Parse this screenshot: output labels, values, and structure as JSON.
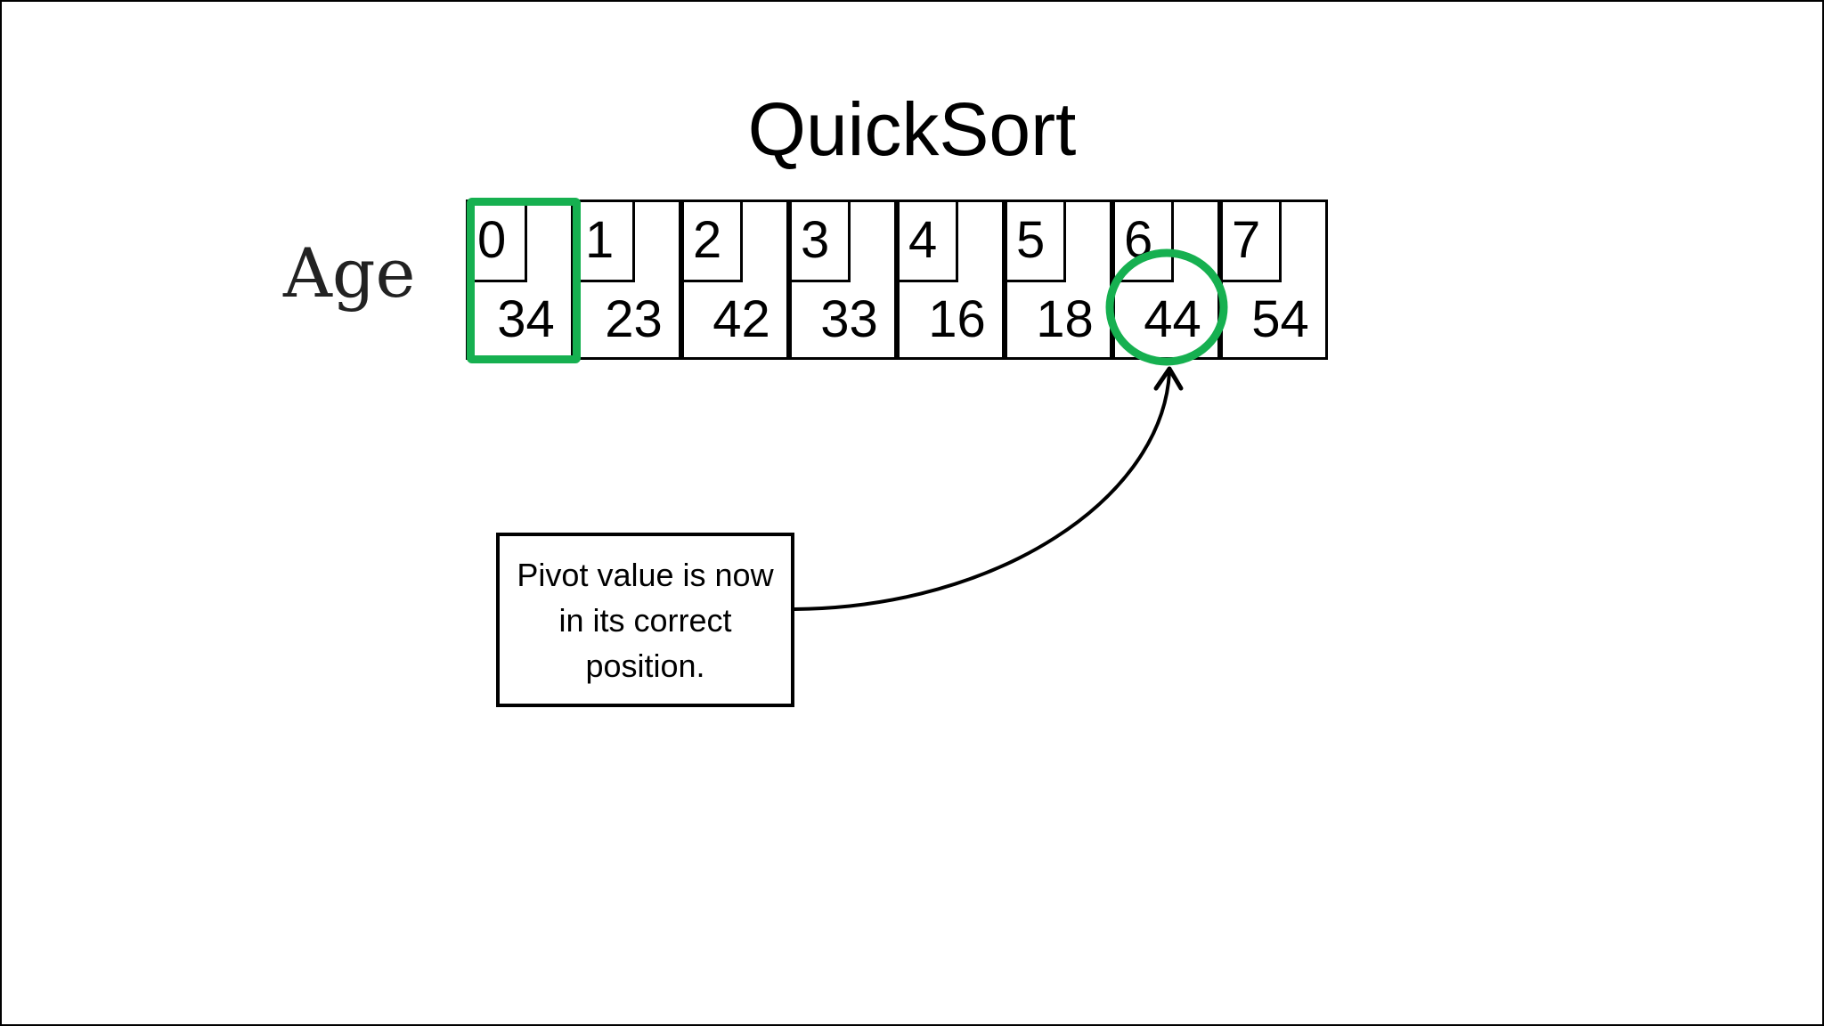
{
  "title": "QuickSort",
  "row_label": "Age",
  "array": {
    "indices": [
      "0",
      "1",
      "2",
      "3",
      "4",
      "5",
      "6",
      "7"
    ],
    "values": [
      "34",
      "23",
      "42",
      "33",
      "16",
      "18",
      "44",
      "54"
    ]
  },
  "highlight": {
    "pivot_original_index": 0,
    "pivot_final_index": 6,
    "color": "#16b050"
  },
  "callout": {
    "text": "Pivot value is now in its correct position."
  }
}
